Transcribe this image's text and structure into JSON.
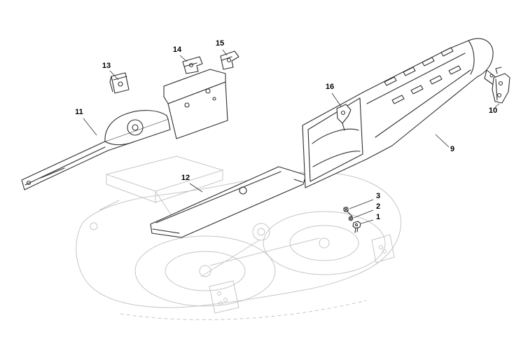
{
  "colors": {
    "background": "#ffffff",
    "part_line": "#2e2e2e",
    "ghost_line": "#c6c6c6",
    "label_text": "#000000"
  },
  "callouts": [
    {
      "label": "13"
    },
    {
      "label": "14"
    },
    {
      "label": "15"
    },
    {
      "label": "11"
    },
    {
      "label": "16"
    },
    {
      "label": "10"
    },
    {
      "label": "9"
    },
    {
      "label": "12"
    },
    {
      "label": "3"
    },
    {
      "label": "2"
    },
    {
      "label": "1"
    }
  ]
}
